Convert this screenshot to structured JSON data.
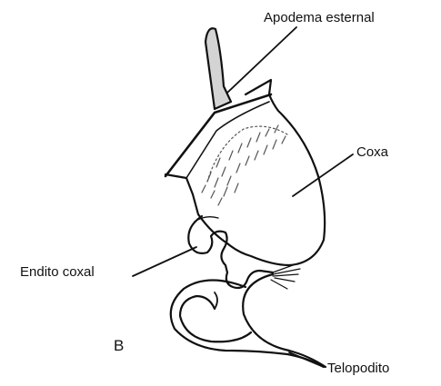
{
  "labels": {
    "apodema": "Apodema esternal",
    "coxa": "Coxa",
    "endito": "Endito coxal",
    "telopodito": "Telopodito"
  },
  "panel_letter": "B",
  "colors": {
    "ink": "#111111",
    "stipple": "#555555",
    "background": "#ffffff"
  }
}
